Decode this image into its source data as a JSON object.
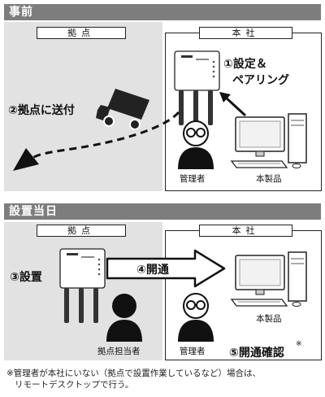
{
  "before": {
    "heading": "事前",
    "site_tab": "拠点",
    "hq_tab": "本社",
    "step1_line1": "①設定＆",
    "step1_line2": "ペアリング",
    "step2": "②拠点に送付",
    "admin_label": "管理者",
    "product_label": "本製品"
  },
  "day_of": {
    "heading": "設置当日",
    "site_tab": "拠点",
    "hq_tab": "本社",
    "step3": "③設置",
    "step4": "④開通",
    "step5": "⑤開通確認",
    "step5_mark": "※",
    "site_person_label": "拠点担当者",
    "admin_label": "管理者",
    "product_label": "本製品"
  },
  "footnote": {
    "line1": "※管理者が本社にいない（拠点で設置作業しているなど）場合は、",
    "line2": "リモートデスクトップで行う。"
  },
  "icons": [
    "router-icon",
    "truck-icon",
    "person-icon",
    "computer-icon",
    "arrow-icon"
  ]
}
